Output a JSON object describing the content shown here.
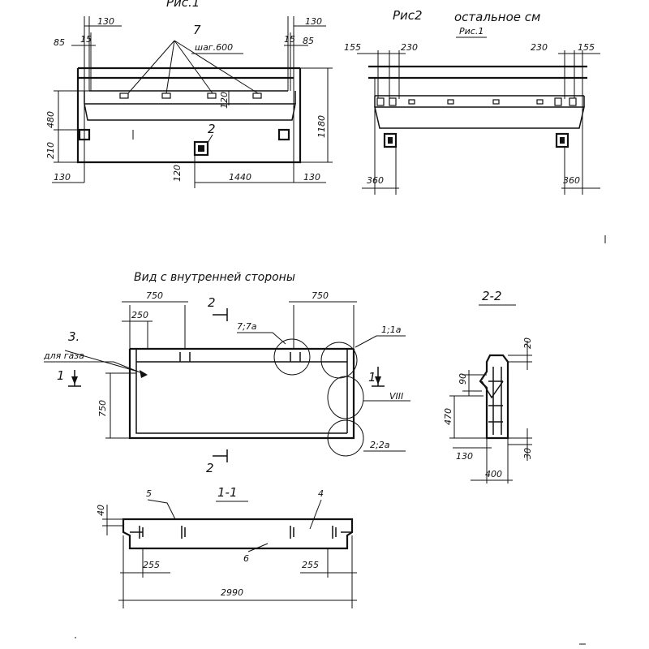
{
  "fig1": {
    "caption": "Рис.1",
    "dims": {
      "top_left_130": "130",
      "top_right_130": "130",
      "left_85": "85",
      "left_15": "15",
      "right_15": "15",
      "right_85": "85",
      "h480": "480",
      "h210": "210",
      "h120_small": "120",
      "h1180": "1180",
      "h120_bottom": "120",
      "bottom_left_130": "130",
      "w1440": "1440",
      "bottom_right_130": "130"
    },
    "callout_7_num": "7",
    "callout_7_text": "шаг.600",
    "callout_2": "2"
  },
  "fig2": {
    "caption": "Рис2",
    "note_line1": "остальное см",
    "note_line2": "Рис.1",
    "dims": {
      "d155_left": "155",
      "d230_left": "230",
      "d230_right": "230",
      "d155_right": "155",
      "d360_left": "360",
      "d360_right": "360"
    }
  },
  "view": {
    "title": "Вид с внутренней стороны",
    "dims": {
      "w750_left": "750",
      "w250": "250",
      "w750_right": "750",
      "h750": "750"
    },
    "labels": {
      "item3": "3.",
      "item3_text": "для газа",
      "sec1_left": "1",
      "sec1_right": "1",
      "sec2_top": "2",
      "sec2_bottom": "2",
      "item7": "7;7а",
      "item1": "1;1а",
      "item8": "VIII",
      "item2": "2;2а"
    }
  },
  "section22": {
    "title": "2-2",
    "dims": {
      "d20": "20",
      "d90": "90",
      "d470": "470",
      "d130": "130",
      "d30": "30",
      "d400": "400"
    }
  },
  "section11": {
    "title": "1-1",
    "dims": {
      "d40": "40",
      "d255_left": "255",
      "d255_right": "255",
      "total": "2990"
    },
    "labels": {
      "item5": "5",
      "item4": "4",
      "item6": "6"
    }
  }
}
